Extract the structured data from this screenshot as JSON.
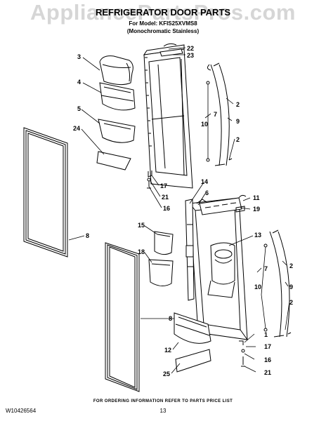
{
  "watermark": "AppliancePartsPros.com",
  "title": "REFRIGERATOR DOOR PARTS",
  "subtitle_line1": "For Model: KFIS25XVMS8",
  "subtitle_line2": "(Monochromatic Stainless)",
  "callouts": {
    "c22": "22",
    "c23": "23",
    "c3": "3",
    "c4": "4",
    "c5": "5",
    "c24": "24",
    "c2a": "2",
    "c7a": "7",
    "c10a": "10",
    "c9a": "9",
    "c2b": "2",
    "c17a": "17",
    "c21a": "21",
    "c16a": "16",
    "c14": "14",
    "c6": "6",
    "c11": "11",
    "c19": "19",
    "c8a": "8",
    "c15": "15",
    "c18": "18",
    "c13": "13",
    "c2c": "2",
    "c7b": "7",
    "c10b": "10",
    "c9b": "9",
    "c2d": "2",
    "c8b": "8",
    "c1": "1",
    "c17b": "17",
    "c16b": "16",
    "c21b": "21",
    "c12": "12",
    "c25": "25"
  },
  "footer_info": "FOR ORDERING INFORMATION REFER TO PARTS PRICE LIST",
  "doc_number": "W10426564",
  "page_number": "13"
}
